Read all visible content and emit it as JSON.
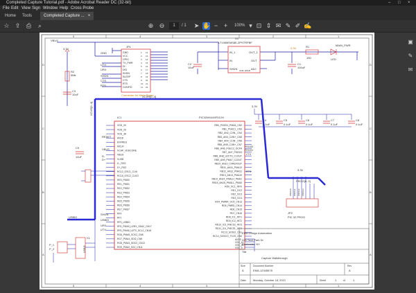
{
  "window": {
    "title": "Completed Capture Tutorial.pdf - Adobe Acrobat Reader DC (32-bit)"
  },
  "menu": [
    "File",
    "Edit",
    "View",
    "Sign",
    "Window",
    "Help",
    "Cross Probe"
  ],
  "tabs": [
    {
      "label": "Home"
    },
    {
      "label": "Tools"
    },
    {
      "label": "Completed Capture ..."
    }
  ],
  "toolbar": {
    "page_current": "1",
    "page_total": "/ 1",
    "zoom": "100%"
  },
  "schematic": {
    "border_cols": [
      "5",
      "4",
      "3",
      "2",
      "1"
    ],
    "border_rows": [
      "D",
      "C",
      "B",
      "A"
    ],
    "nets": {
      "vbus": "VBUS",
      "v3v3_a": "3.3V",
      "v3v3_b": "3.3V",
      "v3v3_c": "3.3V",
      "v3v3_d": "3.3V",
      "gnd_a": "GND",
      "main_pwr": "MAIN_PWR",
      "xcvr_bus": "XCVR[0..4]",
      "usbid": "USBID",
      "prog_bus": "PROG[0..3]",
      "rts": "RTS",
      "cts": "CTS",
      "utx": "UTX",
      "urx": "URX",
      "shdn": "SHDN",
      "reset": "RESET",
      "vbus_in": "VBUS",
      "usbid_in": "USBID",
      "dplus": "D+",
      "dminus": "D-",
      "prog0": "PROG0",
      "prog1": "PROG1",
      "prog2": "PROG2",
      "prog3": "PROG3"
    },
    "jp1": {
      "ref": "JP1",
      "pins": [
        "GND",
        "VCC",
        "GPIO",
        "TX_PWR",
        "DI",
        "DIO",
        "SHDN",
        "SLEEP",
        "CTS",
        "RTS",
        "CONFIG"
      ],
      "pin_numbers_left": [
        "1",
        "2",
        "3",
        "4",
        "5",
        "6",
        "7",
        "8",
        "9",
        "10",
        "11"
      ],
      "pin_numbers_right": [
        "12",
        "13",
        "14",
        "15",
        "16",
        "17",
        "18",
        "19",
        "20",
        "21",
        "22"
      ],
      "caption": "Connector for Xbee Board"
    },
    "u1": {
      "ref": "U1",
      "part": "LT1965EMS8E-3PSTRPBF",
      "pins_left": [
        "IN_1",
        "IN",
        "SHDN"
      ],
      "pins_right": [
        "OUT_1",
        "OUT",
        "ADJ"
      ],
      "pins_bottom": [
        "GND",
        "EPAD"
      ]
    },
    "r1": {
      "ref": "R1",
      "value": "150"
    },
    "r2": {
      "ref": "R2",
      "value": "5Mk"
    },
    "c1": {
      "ref": "C1",
      "value": "100uF"
    },
    "c2": {
      "ref": "C2",
      "value": "10uF"
    },
    "c3": {
      "ref": "C3",
      "value": "10uF"
    },
    "c9": {
      "ref": "C9",
      "value": "10uF"
    },
    "led": {
      "ref": "LED"
    },
    "caps_right": [
      {
        "ref": "C4",
        "value": "0.1uF"
      },
      {
        "ref": "C5",
        "value": "0.1uF"
      },
      {
        "ref": "C6",
        "value": "0.1uF"
      },
      {
        "ref": "C7",
        "value": "0.1uF"
      },
      {
        "ref": "C8",
        "value": "0.1uF"
      }
    ],
    "ic1": {
      "ref": "IC1",
      "part": "PIC32MX440F512H",
      "left_pins": [
        "VDD_00",
        "VDD_26",
        "VDD_38",
        "AVDD",
        "ENVREG",
        "MCLR",
        "VCAP_VDDCORE",
        "VBUS",
        "VUSB",
        "D-_RG3",
        "D+_RG2",
        "RC12_OSC1_CLKI",
        "RC15_OSC2_CLKO",
        "RE0_PMD0",
        "RE1_PMD1",
        "RE2_PMD2",
        "RE3_PMD3",
        "RE4_PMD4",
        "RE5_PMD5",
        "RE6_PMD6",
        "RE7_PMD7",
        "RF0",
        "RF1",
        "RF3_USBID",
        "RF4_PMA9_U2RX_SDA2_CN17",
        "RF5_PMA8_U2TX_SCL2_CN18",
        "RG6_PMA5_SCK2_CN8",
        "RG7_PMA4_SDI2_CN9",
        "RG8_PMA3_SDO2_CN10",
        "RG9_PMA2_SS2_CN11"
      ],
      "right_pins": [
        "RB0_PGED1_PMA6_CN2",
        "RB1_PGEC1_CN3",
        "RB2_AN2_C2IN-_CN4",
        "RB3_AN3_C2IN+_CN5",
        "RB4_AN4_C1IN-_CN6",
        "RB5_AN5_C1IN+_CN7",
        "RB6_AN6_PGEC2_OCFA",
        "RB7_AN7_PGED2",
        "RB8_AN8_U2CTS_C1OUT",
        "RB9_AN9_PMA7_C2OUT",
        "RB10_AN10_CVREFOUT",
        "RB11_AN11_PMA12",
        "RB12_AN12_PMA11",
        "RB13_AN13_PMA10",
        "RB14_AN14_PMALH_PMA1",
        "RB15_AN15_PMALL_PMA0",
        "RD0_OC1_INT0",
        "RD1_OC2",
        "RD2_OC3",
        "RD3_OC4",
        "RD4_PMWR_OC5_CN13",
        "RD5_PMRD_CN14",
        "RD6_CN15",
        "RD7_CN16",
        "RD8_IC1_INT1",
        "RD9_IC2_INT2",
        "RD10_IC3_PMCS2_INT3",
        "RD11_IC4_PMCS1_INT4",
        "RC13_SOSCI_CN1",
        "RC14_SOSCO_T1CK_CN0"
      ],
      "bottom_right": [
        "AVSS",
        "VSS_41",
        "VSS_25",
        "VSS_9"
      ]
    },
    "jp2": {
      "ref": "JP2",
      "caption": "PIC 32 PROG"
    },
    "x1": {
      "ref": "X1",
      "part": "USB-B"
    },
    "p1": {
      "labels": [
        "P_1",
        "P_2"
      ]
    },
    "title_block": {
      "company": "EMA Design Automation",
      "address1": "225 Tech Park Dr",
      "address2": "Rochester, NY",
      "title_label": "Title",
      "title": "Capture Walkthrough",
      "size_label": "Size",
      "size": "A",
      "docnum_label": "Document Number",
      "docnum": "EMA-12345678",
      "rev_label": "Rev",
      "rev": "A",
      "date_label": "Date:",
      "date": "Monday, October 18, 2021",
      "sheet_label": "Sheet",
      "sheet": "1",
      "of_label": "of",
      "of": "1"
    }
  }
}
